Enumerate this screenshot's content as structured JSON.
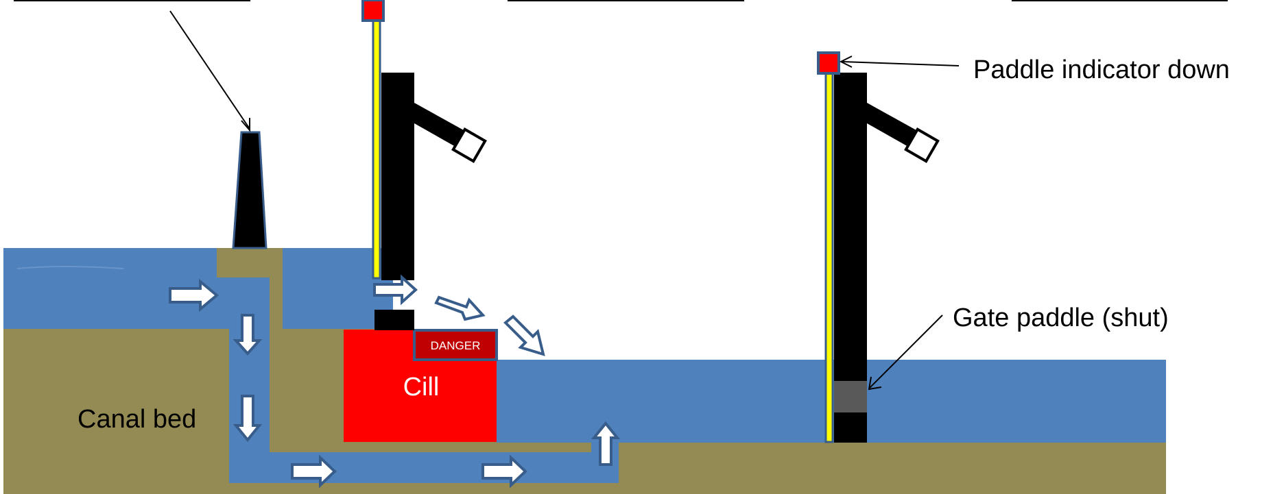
{
  "labels": {
    "paddle_indicator": "Paddle indicator down",
    "gate_paddle": "Gate paddle (shut)",
    "canal_bed": "Canal bed",
    "cill": "Cill",
    "danger": "DANGER"
  },
  "colors": {
    "water": "#4f81bd",
    "earth": "#948a54",
    "black": "#000000",
    "cill": "#ff0000",
    "danger_sign": "#c00000",
    "indicator": "#ff0000",
    "indicator_rod": "#ffff00",
    "paddle_shut": "#595959",
    "arrow_fill": "#ffffff",
    "arrow_outline": "#385d8a"
  }
}
